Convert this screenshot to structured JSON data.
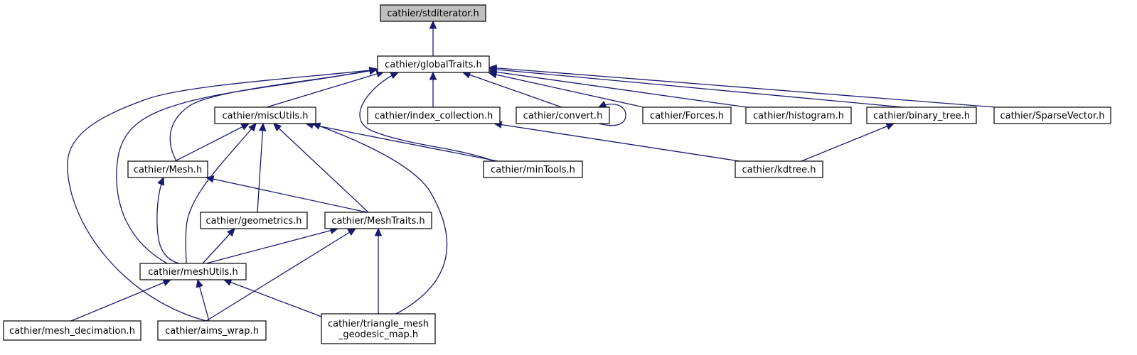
{
  "colors": {
    "edge": "#191970",
    "node_border": "#000000",
    "node_fill": "#ffffff",
    "root_fill": "#bfbfbf"
  },
  "nodes": [
    {
      "id": "stditerator",
      "lines": [
        "cathier/stditerator.h"
      ],
      "root": true
    },
    {
      "id": "globalTraits",
      "lines": [
        "cathier/globalTraits.h"
      ]
    },
    {
      "id": "miscUtils",
      "lines": [
        "cathier/miscUtils.h"
      ]
    },
    {
      "id": "index_collection",
      "lines": [
        "cathier/index_collection.h"
      ]
    },
    {
      "id": "convert",
      "lines": [
        "cathier/convert.h"
      ]
    },
    {
      "id": "Forces",
      "lines": [
        "cathier/Forces.h"
      ]
    },
    {
      "id": "histogram",
      "lines": [
        "cathier/histogram.h"
      ]
    },
    {
      "id": "binary_tree",
      "lines": [
        "cathier/binary_tree.h"
      ]
    },
    {
      "id": "SparseVector",
      "lines": [
        "cathier/SparseVector.h"
      ]
    },
    {
      "id": "Mesh",
      "lines": [
        "cathier/Mesh.h"
      ]
    },
    {
      "id": "minTools",
      "lines": [
        "cathier/minTools.h"
      ]
    },
    {
      "id": "kdtree",
      "lines": [
        "cathier/kdtree.h"
      ]
    },
    {
      "id": "geometrics",
      "lines": [
        "cathier/geometrics.h"
      ]
    },
    {
      "id": "MeshTraits",
      "lines": [
        "cathier/MeshTraits.h"
      ]
    },
    {
      "id": "meshUtils",
      "lines": [
        "cathier/meshUtils.h"
      ]
    },
    {
      "id": "mesh_decimation",
      "lines": [
        "cathier/mesh_decimation.h"
      ]
    },
    {
      "id": "aims_wrap",
      "lines": [
        "cathier/aims_wrap.h"
      ]
    },
    {
      "id": "triangle_mesh_geodesic_map",
      "lines": [
        "cathier/triangle_mesh",
        "_geodesic_map.h"
      ]
    }
  ],
  "edges": [
    {
      "from": "globalTraits",
      "to": "stditerator"
    },
    {
      "from": "miscUtils",
      "to": "globalTraits"
    },
    {
      "from": "index_collection",
      "to": "globalTraits"
    },
    {
      "from": "convert",
      "to": "globalTraits"
    },
    {
      "from": "Forces",
      "to": "globalTraits"
    },
    {
      "from": "histogram",
      "to": "globalTraits"
    },
    {
      "from": "binary_tree",
      "to": "globalTraits"
    },
    {
      "from": "SparseVector",
      "to": "globalTraits"
    },
    {
      "from": "Mesh",
      "to": "globalTraits"
    },
    {
      "from": "minTools",
      "to": "globalTraits"
    },
    {
      "from": "meshUtils",
      "to": "globalTraits"
    },
    {
      "from": "aims_wrap",
      "to": "globalTraits"
    },
    {
      "from": "convert",
      "to": "convert"
    },
    {
      "from": "Mesh",
      "to": "miscUtils"
    },
    {
      "from": "minTools",
      "to": "miscUtils"
    },
    {
      "from": "geometrics",
      "to": "miscUtils"
    },
    {
      "from": "MeshTraits",
      "to": "miscUtils"
    },
    {
      "from": "meshUtils",
      "to": "miscUtils"
    },
    {
      "from": "triangle_mesh_geodesic_map",
      "to": "miscUtils"
    },
    {
      "from": "kdtree",
      "to": "index_collection"
    },
    {
      "from": "kdtree",
      "to": "binary_tree"
    },
    {
      "from": "MeshTraits",
      "to": "Mesh"
    },
    {
      "from": "meshUtils",
      "to": "Mesh"
    },
    {
      "from": "meshUtils",
      "to": "geometrics"
    },
    {
      "from": "meshUtils",
      "to": "MeshTraits"
    },
    {
      "from": "aims_wrap",
      "to": "MeshTraits"
    },
    {
      "from": "triangle_mesh_geodesic_map",
      "to": "MeshTraits"
    },
    {
      "from": "mesh_decimation",
      "to": "meshUtils"
    },
    {
      "from": "aims_wrap",
      "to": "meshUtils"
    },
    {
      "from": "triangle_mesh_geodesic_map",
      "to": "meshUtils"
    }
  ]
}
